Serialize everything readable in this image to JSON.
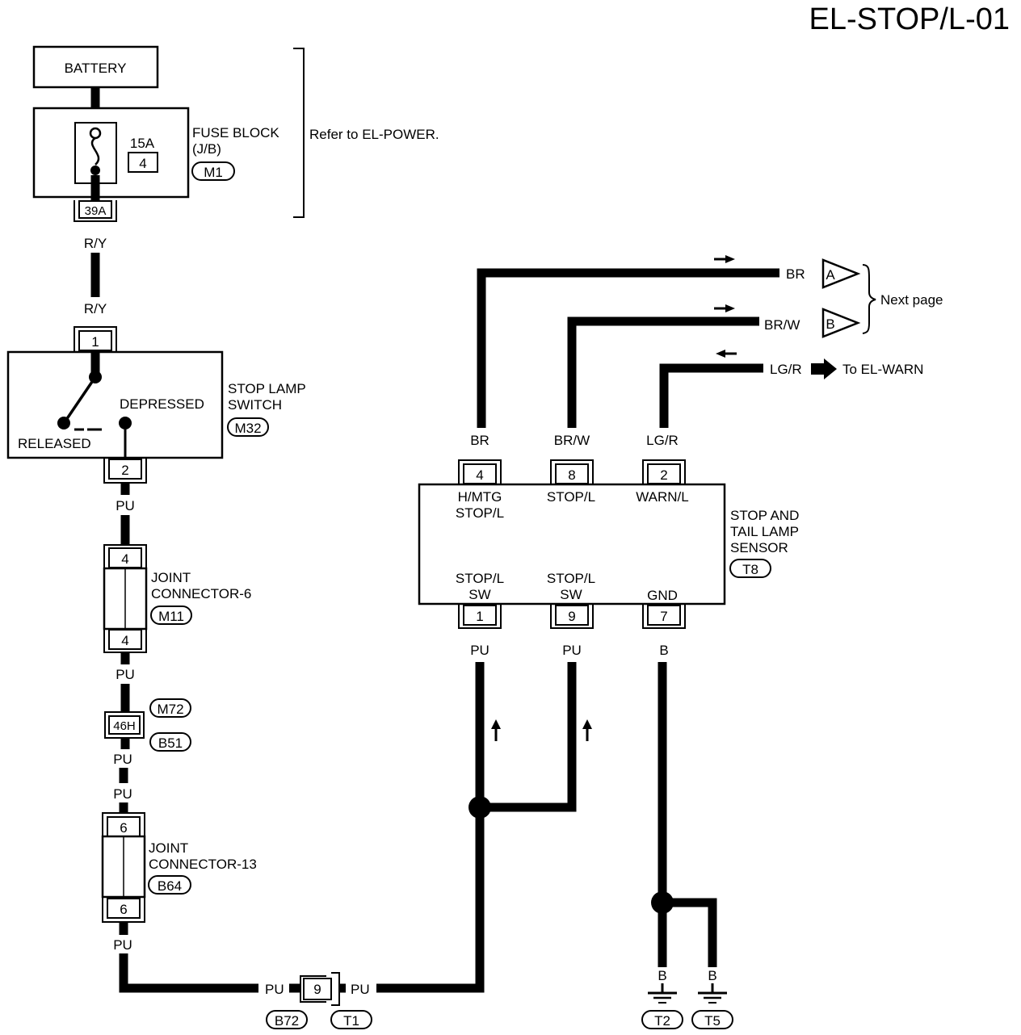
{
  "page_code": "EL-STOP/L-01",
  "battery": {
    "label": "BATTERY"
  },
  "fuse_block": {
    "label_line1": "FUSE BLOCK",
    "label_line2": "(J/B)",
    "connector": "M1",
    "fuse_amps": "15A",
    "fuse_number": "4",
    "terminal": "39A"
  },
  "refer_note": "Refer to EL-POWER.",
  "wires": {
    "ry_top": "R/Y",
    "ry_bottom": "R/Y",
    "pu": "PU",
    "br": "BR",
    "brw": "BR/W",
    "lgr": "LG/R",
    "b": "B"
  },
  "stop_lamp_switch": {
    "label_line1": "STOP LAMP",
    "label_line2": "SWITCH",
    "connector": "M32",
    "terminal_in": "1",
    "terminal_out": "2",
    "state_released": "RELEASED",
    "state_depressed": "DEPRESSED"
  },
  "joint_connector_6": {
    "label_line1": "JOINT",
    "label_line2": "CONNECTOR-6",
    "connector": "M11",
    "terminal_top": "4",
    "terminal_bottom": "4"
  },
  "inline_connector_46h": {
    "terminal": "46H",
    "connector_top": "M72",
    "connector_bottom": "B51"
  },
  "joint_connector_13": {
    "label_line1": "JOINT",
    "label_line2": "CONNECTOR-13",
    "connector": "B64",
    "terminal_top": "6",
    "terminal_bottom": "6"
  },
  "inline_connector_9": {
    "terminal": "9",
    "connector_left": "B72",
    "connector_right": "T1"
  },
  "sensor": {
    "label_line1": "STOP AND",
    "label_line2": "TAIL LAMP",
    "label_line3": "SENSOR",
    "connector": "T8",
    "pins_top": [
      {
        "num": "4",
        "name_line1": "H/MTG",
        "name_line2": "STOP/L"
      },
      {
        "num": "8",
        "name_line1": "STOP/L",
        "name_line2": ""
      },
      {
        "num": "2",
        "name_line1": "WARN/L",
        "name_line2": ""
      }
    ],
    "pins_bottom": [
      {
        "num": "1",
        "name_line1": "STOP/L",
        "name_line2": "SW"
      },
      {
        "num": "9",
        "name_line1": "STOP/L",
        "name_line2": "SW"
      },
      {
        "num": "7",
        "name_line1": "GND",
        "name_line2": ""
      }
    ]
  },
  "outputs": {
    "marker_a": "A",
    "marker_b": "B",
    "next_page": "Next page",
    "to_warn": "To EL-WARN"
  },
  "grounds": {
    "left": "T2",
    "right": "T5"
  }
}
